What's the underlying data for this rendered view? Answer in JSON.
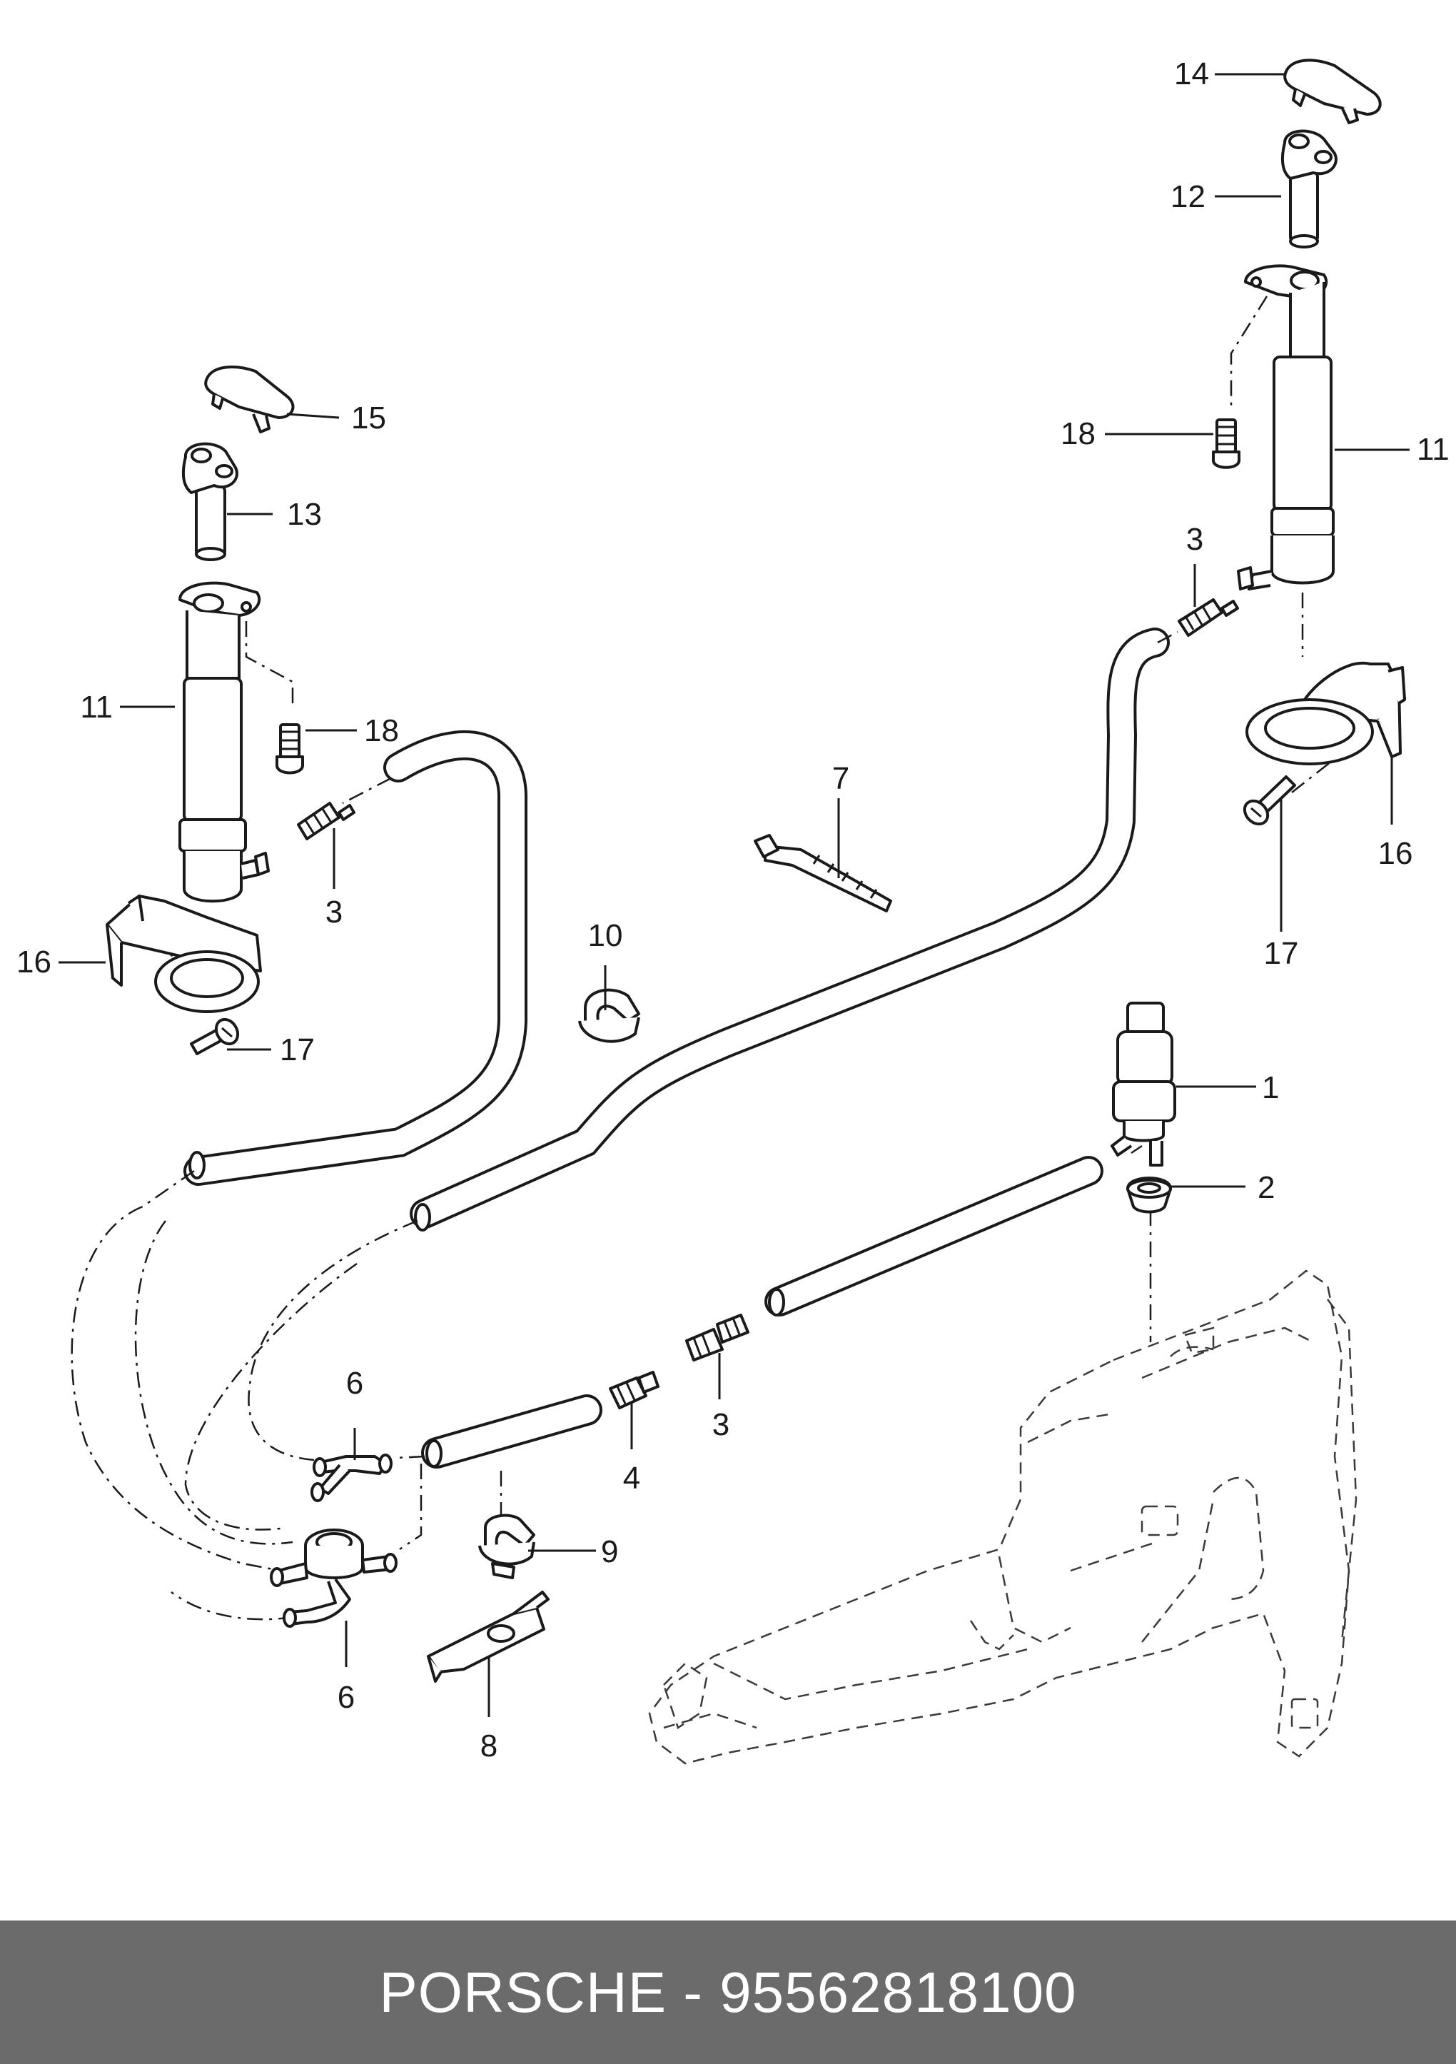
{
  "document": {
    "brand": "PORSCHE",
    "separator": "-",
    "part_number": "95562818100"
  },
  "callouts": {
    "c1": "1",
    "c2": "2",
    "c3a": "3",
    "c3b": "3",
    "c3c": "3",
    "c4": "4",
    "c6a": "6",
    "c6b": "6",
    "c7": "7",
    "c8": "8",
    "c9": "9",
    "c10": "10",
    "c11a": "11",
    "c11b": "11",
    "c12": "12",
    "c13": "13",
    "c14": "14",
    "c15": "15",
    "c16a": "16",
    "c16b": "16",
    "c17a": "17",
    "c17b": "17",
    "c18a": "18",
    "c18b": "18"
  }
}
